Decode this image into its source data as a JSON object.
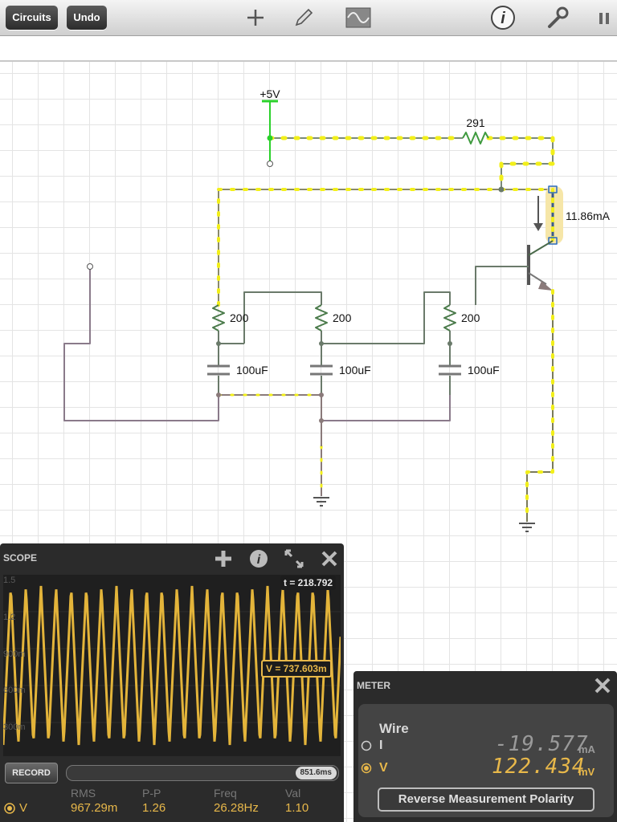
{
  "toolbar": {
    "circuits_label": "Circuits",
    "undo_label": "Undo",
    "icons": [
      "move-icon",
      "pencil-icon",
      "scope-icon",
      "info-icon",
      "wrench-icon",
      "pause-icon"
    ]
  },
  "circuit": {
    "supply_label": "+5V",
    "resistor_top": "291",
    "resistors": [
      "200",
      "200",
      "200"
    ],
    "capacitors": [
      "100uF",
      "100uF",
      "100uF"
    ],
    "current_readout": "11.86mA"
  },
  "scope": {
    "title": "SCOPE",
    "y_ticks": [
      "1.5",
      "1.2",
      "900m",
      "600m",
      "300m"
    ],
    "time_badge": "t = 218.792",
    "value_badge": "V = 737.603m",
    "record_label": "RECORD",
    "timebase": "851.6ms",
    "channel": "V",
    "stats": {
      "headers": [
        "RMS",
        "P-P",
        "Freq",
        "Val"
      ],
      "values": [
        "967.29m",
        "1.26",
        "26.28Hz",
        "1.10"
      ]
    },
    "trace_color": "#e3b43a"
  },
  "meter": {
    "title": "METER",
    "target": "Wire",
    "rows": [
      {
        "mode": "I",
        "value": "-19.577",
        "unit": "mA",
        "selected": false
      },
      {
        "mode": "V",
        "value": "122.434",
        "unit": "mV",
        "selected": true
      }
    ],
    "reverse_label": "Reverse Measurement Polarity"
  }
}
